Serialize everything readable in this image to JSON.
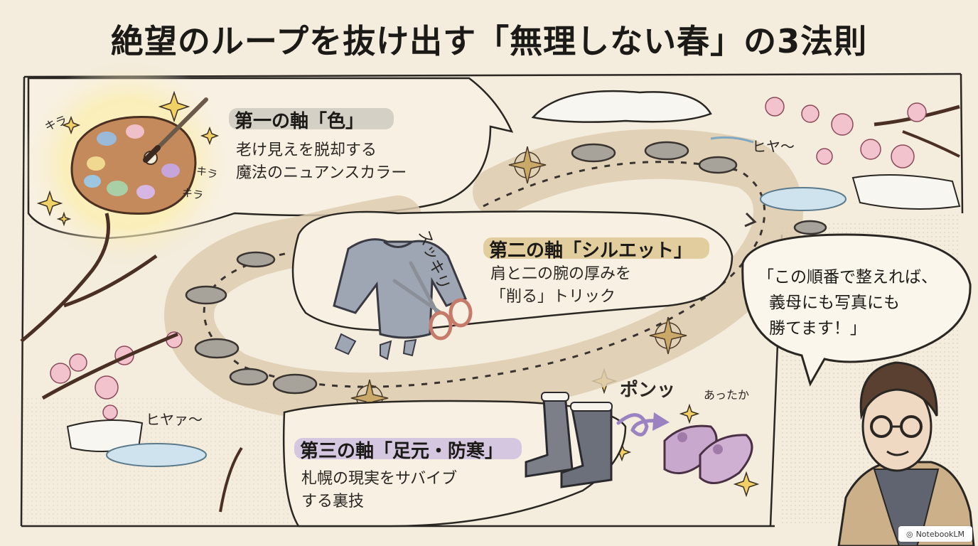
{
  "title": "絶望のループを抜け出す「無理しない春」の3法則",
  "sections": [
    {
      "heading": "第一の軸「色」",
      "lines": [
        "老け見えを脱却する",
        "魔法のニュアンスカラー"
      ]
    },
    {
      "heading": "第二の軸「シルエット」",
      "lines": [
        "肩と二の腕の厚みを",
        "「削る」トリック"
      ]
    },
    {
      "heading": "第三の軸「足元・防寒」",
      "lines": [
        "札幌の現実をサバイブ",
        "する裏技"
      ]
    }
  ],
  "speech_bubble": {
    "lines": [
      "「この順番で整えれば、",
      "義母にも写真にも",
      "勝てます！」"
    ]
  },
  "sound_effects": {
    "kira_1": "キラ",
    "kira_2": "キラ",
    "kira_3": "キラ",
    "sukkiri": "スッキリ",
    "hiya_right": "ヒヤ〜",
    "hiyaa_left": "ヒヤァ〜",
    "pon": "ポンッ",
    "attaka": "あったか"
  },
  "logo": {
    "label": "NotebookLM",
    "icon": "notebooklm-icon"
  },
  "colors": {
    "background": "#f4ecdc",
    "ink": "#1c1a17",
    "highlight_grey": "#c9c4bb",
    "highlight_gold": "#dcc48c",
    "highlight_lavender": "#cdbde0",
    "path_tan": "#ddcdb0",
    "sakura_pink": "#f2c3cc",
    "water_blue": "#cfe3ee"
  },
  "icons": [
    "paint-palette-icon",
    "sweater-icon",
    "scissors-icon",
    "snow-boots-icon",
    "slippers-icon",
    "compass-icon",
    "stepping-stone-icon",
    "cherry-blossom-icon",
    "puddle-icon",
    "man-portrait-icon",
    "sparkle-icon"
  ]
}
